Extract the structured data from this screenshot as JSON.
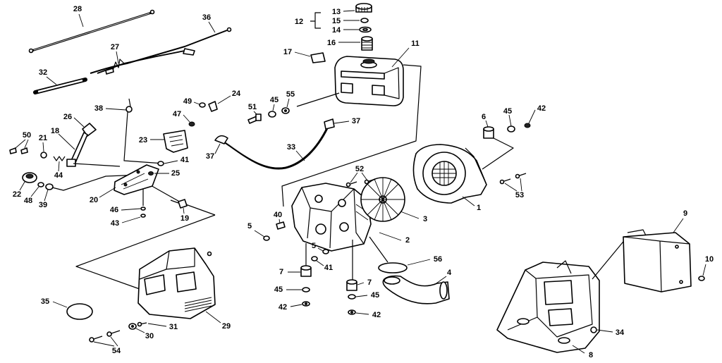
{
  "diagram": {
    "callouts": [
      "28",
      "36",
      "27",
      "32",
      "13",
      "15",
      "12",
      "14",
      "16",
      "11",
      "17",
      "24",
      "49",
      "45",
      "55",
      "51",
      "38",
      "47",
      "26",
      "6",
      "45",
      "42",
      "37",
      "23",
      "50",
      "21",
      "18",
      "33",
      "37",
      "41",
      "25",
      "52",
      "44",
      "22",
      "48",
      "39",
      "20",
      "53",
      "1",
      "46",
      "3",
      "43",
      "19",
      "40",
      "9",
      "5",
      "2",
      "5",
      "41",
      "56",
      "10",
      "4",
      "7",
      "7",
      "45",
      "45",
      "42",
      "42",
      "35",
      "31",
      "29",
      "30",
      "34",
      "54",
      "8"
    ]
  }
}
